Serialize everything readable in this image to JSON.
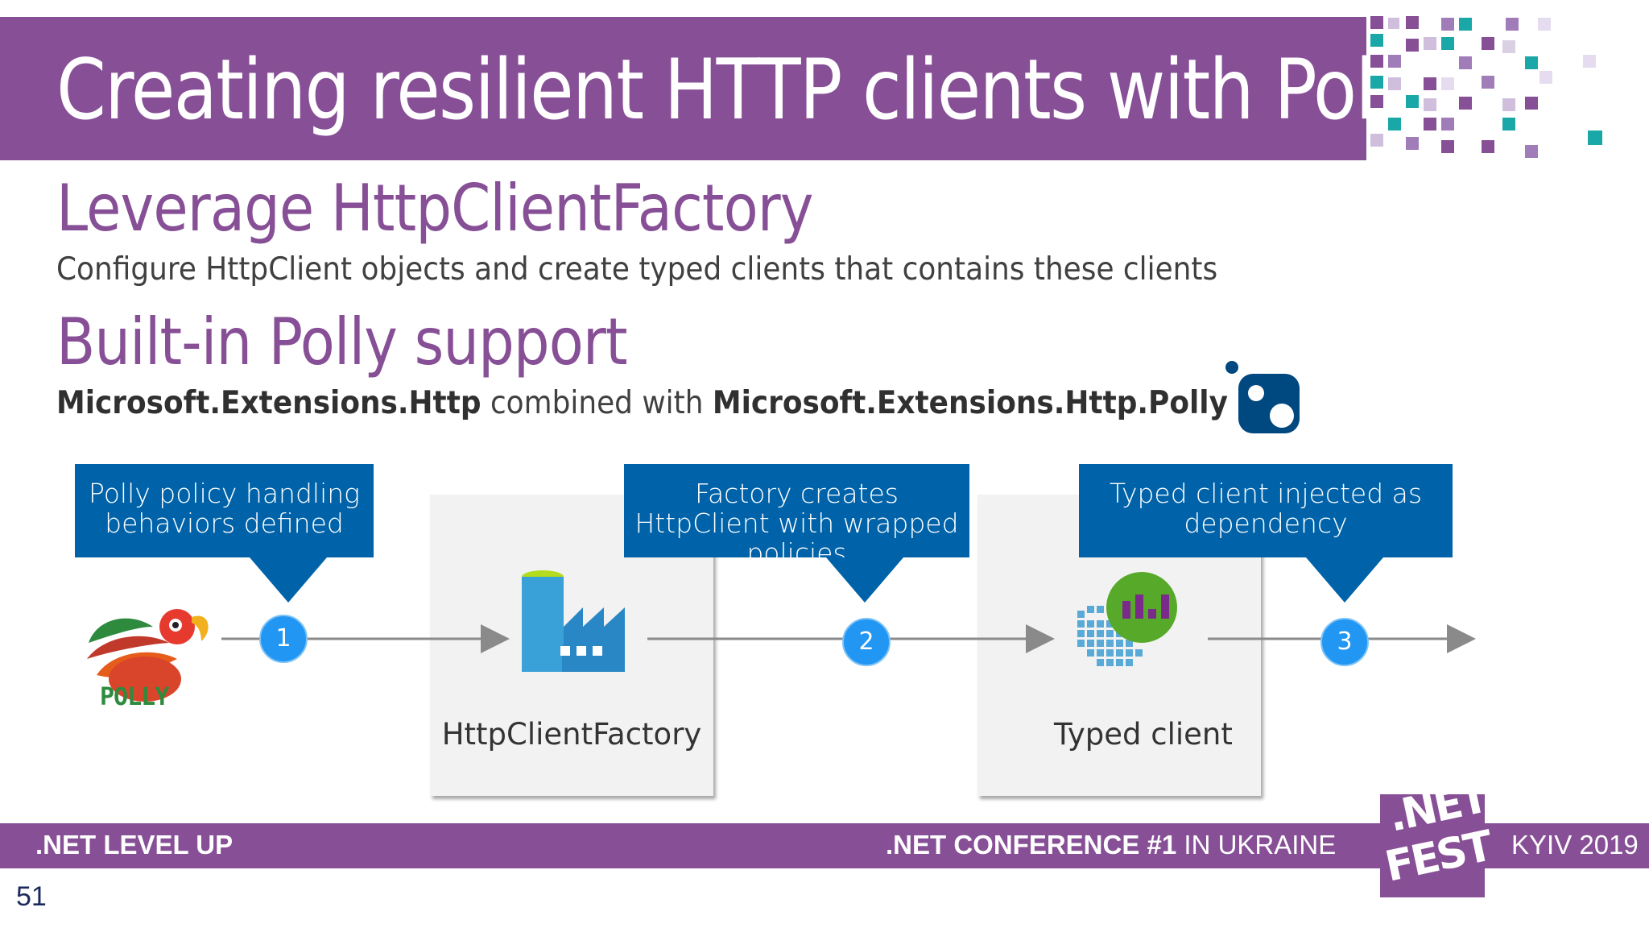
{
  "slide": {
    "title": "Creating resilient HTTP clients with Polly",
    "section1_heading": "Leverage HttpClientFactory",
    "section1_text": "Configure HttpClient objects and create typed clients that contains these clients",
    "section2_heading": "Built-in Polly support",
    "section2_text": {
      "part1": "Microsoft.Extensions.Http",
      "part2": " combined with ",
      "part3": "Microsoft.Extensions.Http.Polly"
    },
    "slide_number": "51"
  },
  "diagram": {
    "callouts": [
      "Polly policy handling behaviors defined",
      "Factory creates HttpClient with wrapped policies",
      "Typed client injected as dependency"
    ],
    "steps": [
      "1",
      "2",
      "3"
    ],
    "boxes": [
      "HttpClientFactory",
      "Typed client"
    ],
    "logo_text": "POLLY"
  },
  "footer": {
    "left": ".NET LEVEL UP",
    "center_bold": ".NET CONFERENCE #1",
    "center_rest": " IN UKRAINE",
    "right": "KYIV 2019",
    "badge_line1": ".NET",
    "badge_line2": "FEST"
  },
  "colors": {
    "purple": "#874f96",
    "blue": "#0063a9",
    "badge_blue": "#2196f3"
  }
}
